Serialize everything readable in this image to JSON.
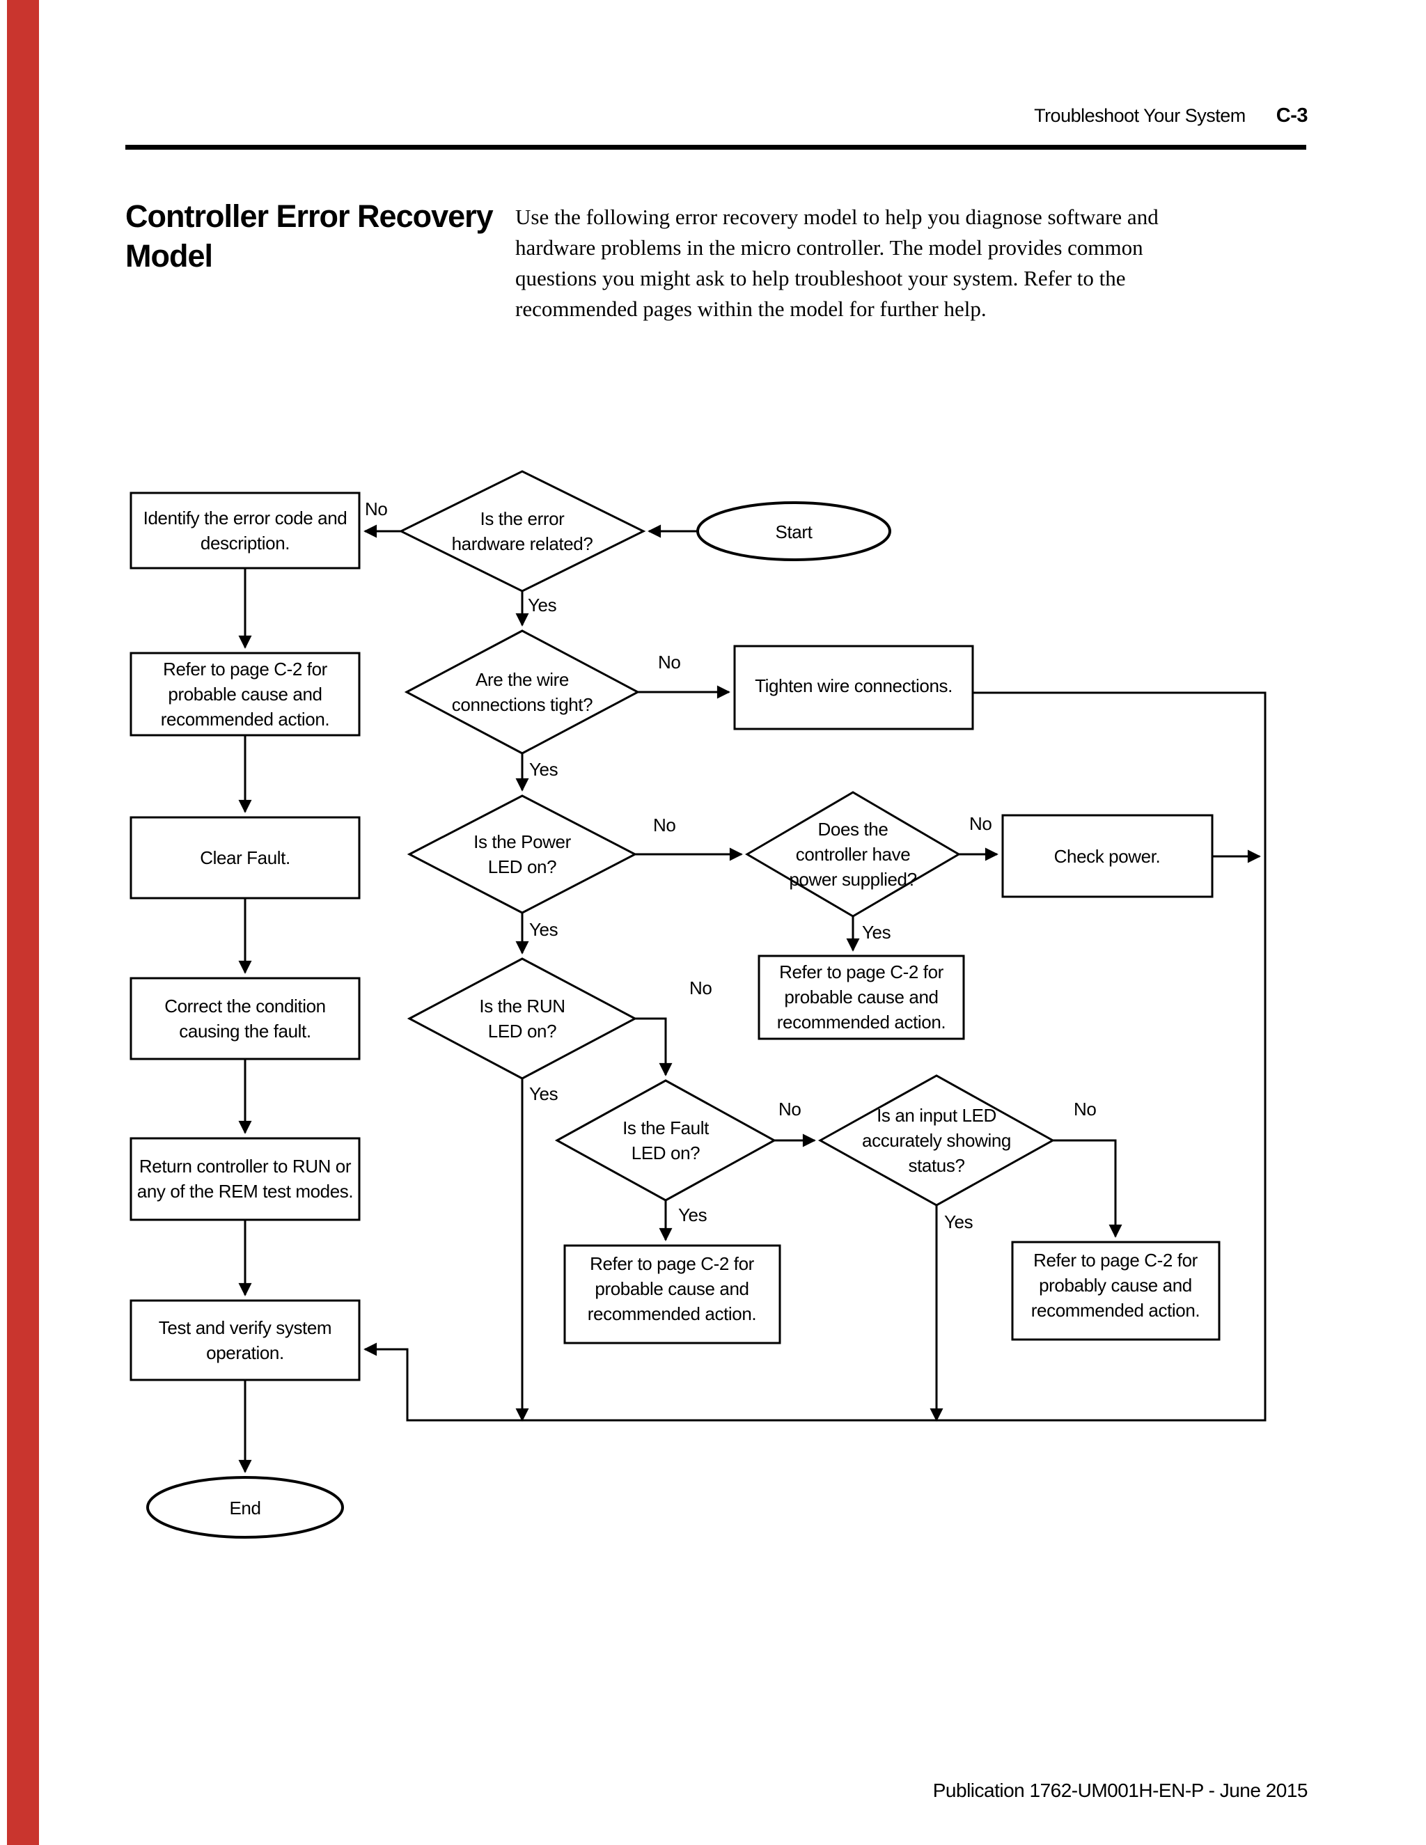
{
  "page": {
    "background_color": "#ffffff",
    "ink_color": "#000000",
    "accent_bar_color": "#c9352e"
  },
  "header": {
    "section": "Troubleshoot Your System",
    "page_number": "C-3"
  },
  "title": "Controller Error Recovery\nModel",
  "intro": "Use the following error recovery model to help you diagnose software and\nhardware problems in the micro controller. The model provides common\nquestions you might ask to help troubleshoot your system. Refer to the\nrecommended pages within the model for further help.",
  "footer": "Publication 1762-UM001H-EN-P - June 2015",
  "flowchart": {
    "nodes": [
      {
        "id": "start",
        "type": "terminator",
        "label": "Start"
      },
      {
        "id": "q-hardware",
        "type": "decision",
        "label": "Is the error\nhardware related?"
      },
      {
        "id": "identify",
        "type": "process",
        "label": "Identify the error code and\ndescription."
      },
      {
        "id": "refer-c2-left",
        "type": "process",
        "label": "Refer to page C-2 for\nprobable cause and\nrecommended action."
      },
      {
        "id": "q-wire",
        "type": "decision",
        "label": "Are the wire\nconnections tight?"
      },
      {
        "id": "tighten",
        "type": "process",
        "label": "Tighten wire connections."
      },
      {
        "id": "clear-fault",
        "type": "process",
        "label": "Clear Fault."
      },
      {
        "id": "q-power-led",
        "type": "decision",
        "label": "Is the Power\nLED on?"
      },
      {
        "id": "q-power-supplied",
        "type": "decision",
        "label": "Does the\ncontroller have\npower supplied?"
      },
      {
        "id": "check-power",
        "type": "process",
        "label": "Check power."
      },
      {
        "id": "refer-c2-power",
        "type": "process",
        "label": "Refer to page C-2 for\nprobable cause and\nrecommended action."
      },
      {
        "id": "correct-condition",
        "type": "process",
        "label": "Correct the condition\ncausing the fault."
      },
      {
        "id": "q-run-led",
        "type": "decision",
        "label": "Is the RUN\nLED on?"
      },
      {
        "id": "q-fault-led",
        "type": "decision",
        "label": "Is the Fault\nLED on?"
      },
      {
        "id": "q-input-led",
        "type": "decision",
        "label": "Is an input LED\naccurately showing\nstatus?"
      },
      {
        "id": "return-run",
        "type": "process",
        "label": "Return controller to RUN or\nany of the REM test modes."
      },
      {
        "id": "refer-c2-fault",
        "type": "process",
        "label": "Refer to page C-2 for\nprobable cause and\nrecommended action."
      },
      {
        "id": "refer-c2-input",
        "type": "process",
        "label": "Refer to page C-2 for\nprobably cause and\nrecommended action."
      },
      {
        "id": "test-verify",
        "type": "process",
        "label": "Test and verify system\noperation."
      },
      {
        "id": "end",
        "type": "terminator",
        "label": "End"
      }
    ],
    "edge_labels": [
      {
        "edge": "hardware-no",
        "text": "No"
      },
      {
        "edge": "hardware-yes",
        "text": "Yes"
      },
      {
        "edge": "wire-no",
        "text": "No"
      },
      {
        "edge": "wire-yes",
        "text": "Yes"
      },
      {
        "edge": "powerled-no",
        "text": "No"
      },
      {
        "edge": "supplied-no",
        "text": "No"
      },
      {
        "edge": "supplied-yes",
        "text": "Yes"
      },
      {
        "edge": "powerled-yes",
        "text": "Yes"
      },
      {
        "edge": "runled-no",
        "text": "No"
      },
      {
        "edge": "runled-yes",
        "text": "Yes"
      },
      {
        "edge": "faultled-no",
        "text": "No"
      },
      {
        "edge": "faultled-yes",
        "text": "Yes"
      },
      {
        "edge": "inputled-no",
        "text": "No"
      },
      {
        "edge": "inputled-yes",
        "text": "Yes"
      }
    ]
  }
}
